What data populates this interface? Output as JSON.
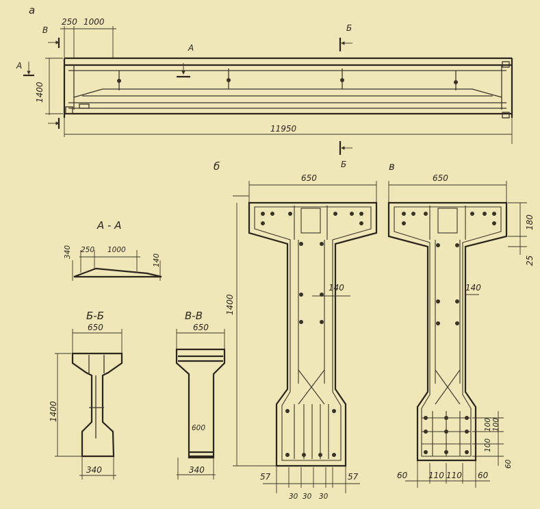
{
  "panel_a": {
    "label": "а",
    "dim_end": "250",
    "dim_step": "1000",
    "dim_height": "1400",
    "dim_length": "11950",
    "cut_v": "В",
    "cut_a": "А",
    "cut_a2": "А",
    "cut_b": "Б"
  },
  "section_aa": {
    "title": "А - А",
    "d1": "340",
    "d2": "250",
    "d3": "1000",
    "d4": "140"
  },
  "section_bb": {
    "title": "Б-Б",
    "top": "650",
    "height": "1400",
    "bottom": "340"
  },
  "section_vv": {
    "title": "В-В",
    "top": "650",
    "inner": "600",
    "bottom": "340"
  },
  "panel_b": {
    "label": "б",
    "sub_b": "Б",
    "sub_v": "в"
  },
  "detail_b": {
    "top": "650",
    "height": "1400",
    "web": "140",
    "left": "57",
    "right": "57",
    "s1": "30",
    "s2": "30",
    "s3": "30"
  },
  "detail_v": {
    "top": "650",
    "flange": "180",
    "haunch": "25",
    "web": "140",
    "v1": "100",
    "v2": "100",
    "v3": "100",
    "bottom_edge": "60",
    "left": "60",
    "b1": "110",
    "b2": "110",
    "right": "60"
  }
}
